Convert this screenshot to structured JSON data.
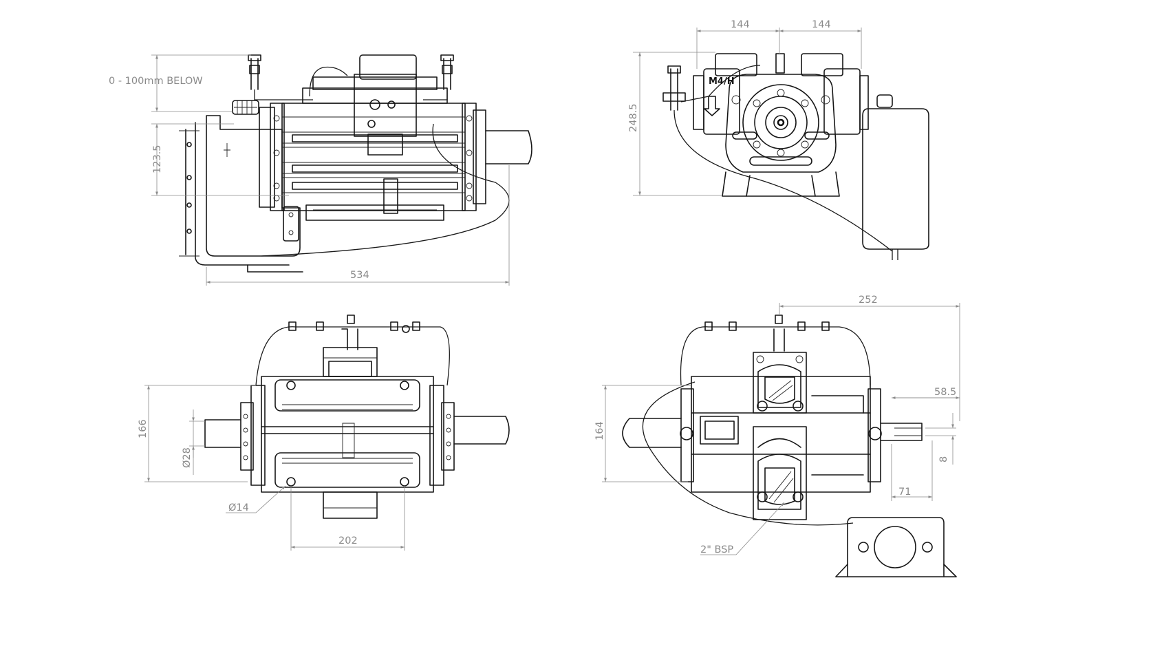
{
  "drawing": {
    "dimensions": {
      "top_left": {
        "below_range": "0 - 100mm BELOW",
        "height": "123.5",
        "length": "534"
      },
      "top_right": {
        "half_width_left": "144",
        "half_width_right": "144",
        "height": "248.5",
        "plate_text": "M4/H"
      },
      "bottom_left": {
        "body_height": "166",
        "shaft_dia": "Ø28",
        "hole_dia": "Ø14",
        "hole_spacing": "202"
      },
      "bottom_right": {
        "width": "252",
        "shaft_ext": "58.5",
        "body_height": "164",
        "key_width": "8",
        "shaft_offset": "71",
        "port_thread": "2\" BSP"
      }
    }
  },
  "colors": {
    "line": "#161616",
    "dimension": "#8a8a8a",
    "background": "#ffffff"
  }
}
